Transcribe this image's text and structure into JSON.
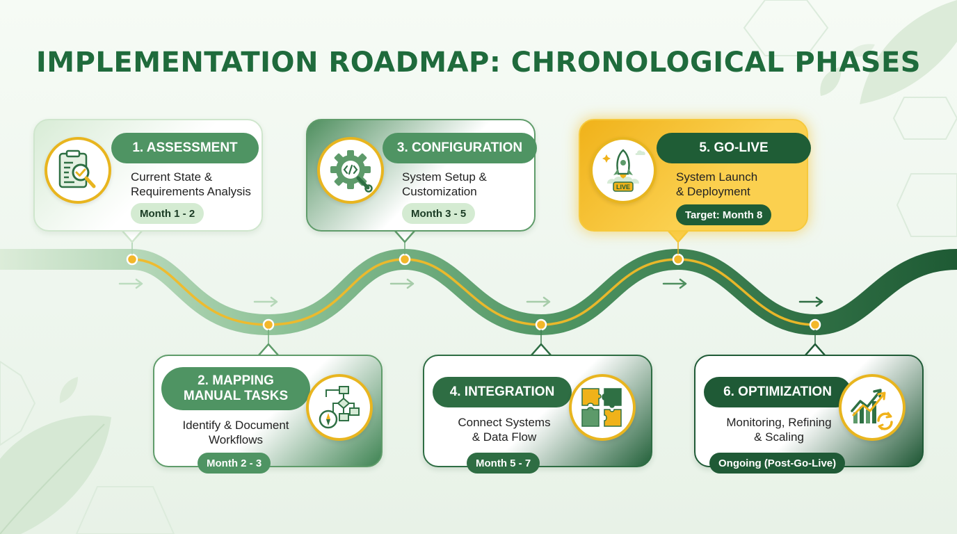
{
  "title": "IMPLEMENTATION ROADMAP: CHRONOLOGICAL PHASES",
  "colors": {
    "primary_green": "#1f6b3c",
    "medium_green": "#4f9463",
    "light_green": "#d8ecd6",
    "accent_gold": "#f0b21a"
  },
  "phases": [
    {
      "title": "1. ASSESSMENT",
      "description": "Current State &\nRequirements Analysis",
      "timeframe": "Month 1 - 2",
      "icon": "clipboard-magnifier-icon"
    },
    {
      "title": "2. MAPPING\nMANUAL TASKS",
      "description": "Identify & Document\nWorkflows",
      "timeframe": "Month 2 - 3",
      "icon": "flowchart-compass-icon"
    },
    {
      "title": "3. CONFIGURATION",
      "description": "System Setup &\nCustomization",
      "timeframe": "Month 3 - 5",
      "icon": "gear-wrench-icon"
    },
    {
      "title": "4. INTEGRATION",
      "description": "Connect Systems\n& Data Flow",
      "timeframe": "Month 5 - 7",
      "icon": "puzzle-pieces-icon"
    },
    {
      "title": "5. GO-LIVE",
      "description": "System Launch\n& Deployment",
      "timeframe": "Target: Month 8",
      "icon": "rocket-live-icon"
    },
    {
      "title": "6. OPTIMIZATION",
      "description": "Monitoring, Refining\n& Scaling",
      "timeframe": "Ongoing (Post-Go-Live)",
      "icon": "growth-chart-refresh-icon"
    }
  ],
  "icon_texts": {
    "live": "LIVE"
  }
}
